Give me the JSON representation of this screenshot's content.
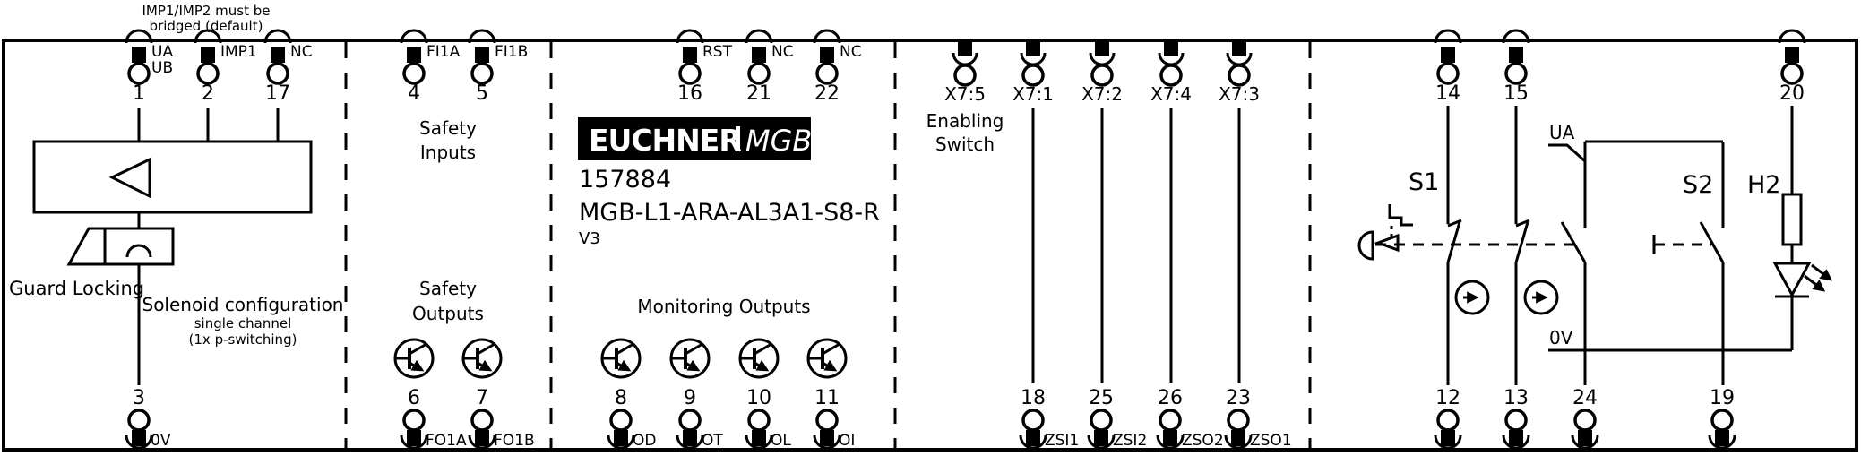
{
  "note": {
    "line1": "IMP1/IMP2 must be",
    "line2": "bridged (default)"
  },
  "device": {
    "brand": "EUCHNER",
    "series": "MGB",
    "order_number": "157884",
    "model": "MGB-L1-ARA-AL3A1-S8-R",
    "version": "V3"
  },
  "sections": {
    "guard_locking": {
      "label": "Guard Locking",
      "solenoid_title": "Solenoid configuration",
      "solenoid_sub1": "single channel",
      "solenoid_sub2": "(1x p-switching)"
    },
    "safety_inputs": {
      "line1": "Safety",
      "line2": "Inputs"
    },
    "safety_outputs": {
      "line1": "Safety",
      "line2": "Outputs"
    },
    "monitoring_outputs": {
      "title": "Monitoring Outputs"
    },
    "enabling_switch": {
      "line1": "Enabling",
      "line2": "Switch"
    }
  },
  "labels": {
    "ua_rail": "UA",
    "zero_v_rail": "0V",
    "s1": "S1",
    "s2": "S2",
    "h2": "H2"
  },
  "terminals": {
    "top": [
      {
        "number": "1",
        "signal": "UA",
        "signal2": "UB"
      },
      {
        "number": "2",
        "signal": "IMP1"
      },
      {
        "number": "17",
        "signal": "NC"
      },
      {
        "number": "4",
        "signal": "FI1A"
      },
      {
        "number": "5",
        "signal": "FI1B"
      },
      {
        "number": "16",
        "signal": "RST"
      },
      {
        "number": "21",
        "signal": "NC"
      },
      {
        "number": "22",
        "signal": "NC"
      },
      {
        "number": "14",
        "signal": ""
      },
      {
        "number": "15",
        "signal": ""
      },
      {
        "number": "20",
        "signal": ""
      }
    ],
    "connector": [
      {
        "number": "X7:5"
      },
      {
        "number": "X7:1"
      },
      {
        "number": "X7:2"
      },
      {
        "number": "X7:4"
      },
      {
        "number": "X7:3"
      }
    ],
    "bottom": [
      {
        "number": "3",
        "signal": "0V"
      },
      {
        "number": "6",
        "signal": "FO1A"
      },
      {
        "number": "7",
        "signal": "FO1B"
      },
      {
        "number": "8",
        "signal": "OD"
      },
      {
        "number": "9",
        "signal": "OT"
      },
      {
        "number": "10",
        "signal": "OL"
      },
      {
        "number": "11",
        "signal": "OI"
      },
      {
        "number": "18",
        "signal": "ZSI1"
      },
      {
        "number": "25",
        "signal": "ZSI2"
      },
      {
        "number": "26",
        "signal": "ZSO2"
      },
      {
        "number": "23",
        "signal": "ZSO1"
      },
      {
        "number": "12",
        "signal": ""
      },
      {
        "number": "13",
        "signal": ""
      },
      {
        "number": "24",
        "signal": ""
      },
      {
        "number": "19",
        "signal": ""
      }
    ]
  },
  "colors": {
    "line": "#000000",
    "background": "#ffffff",
    "logo_bg": "#000000",
    "logo_text": "#ffffff"
  }
}
